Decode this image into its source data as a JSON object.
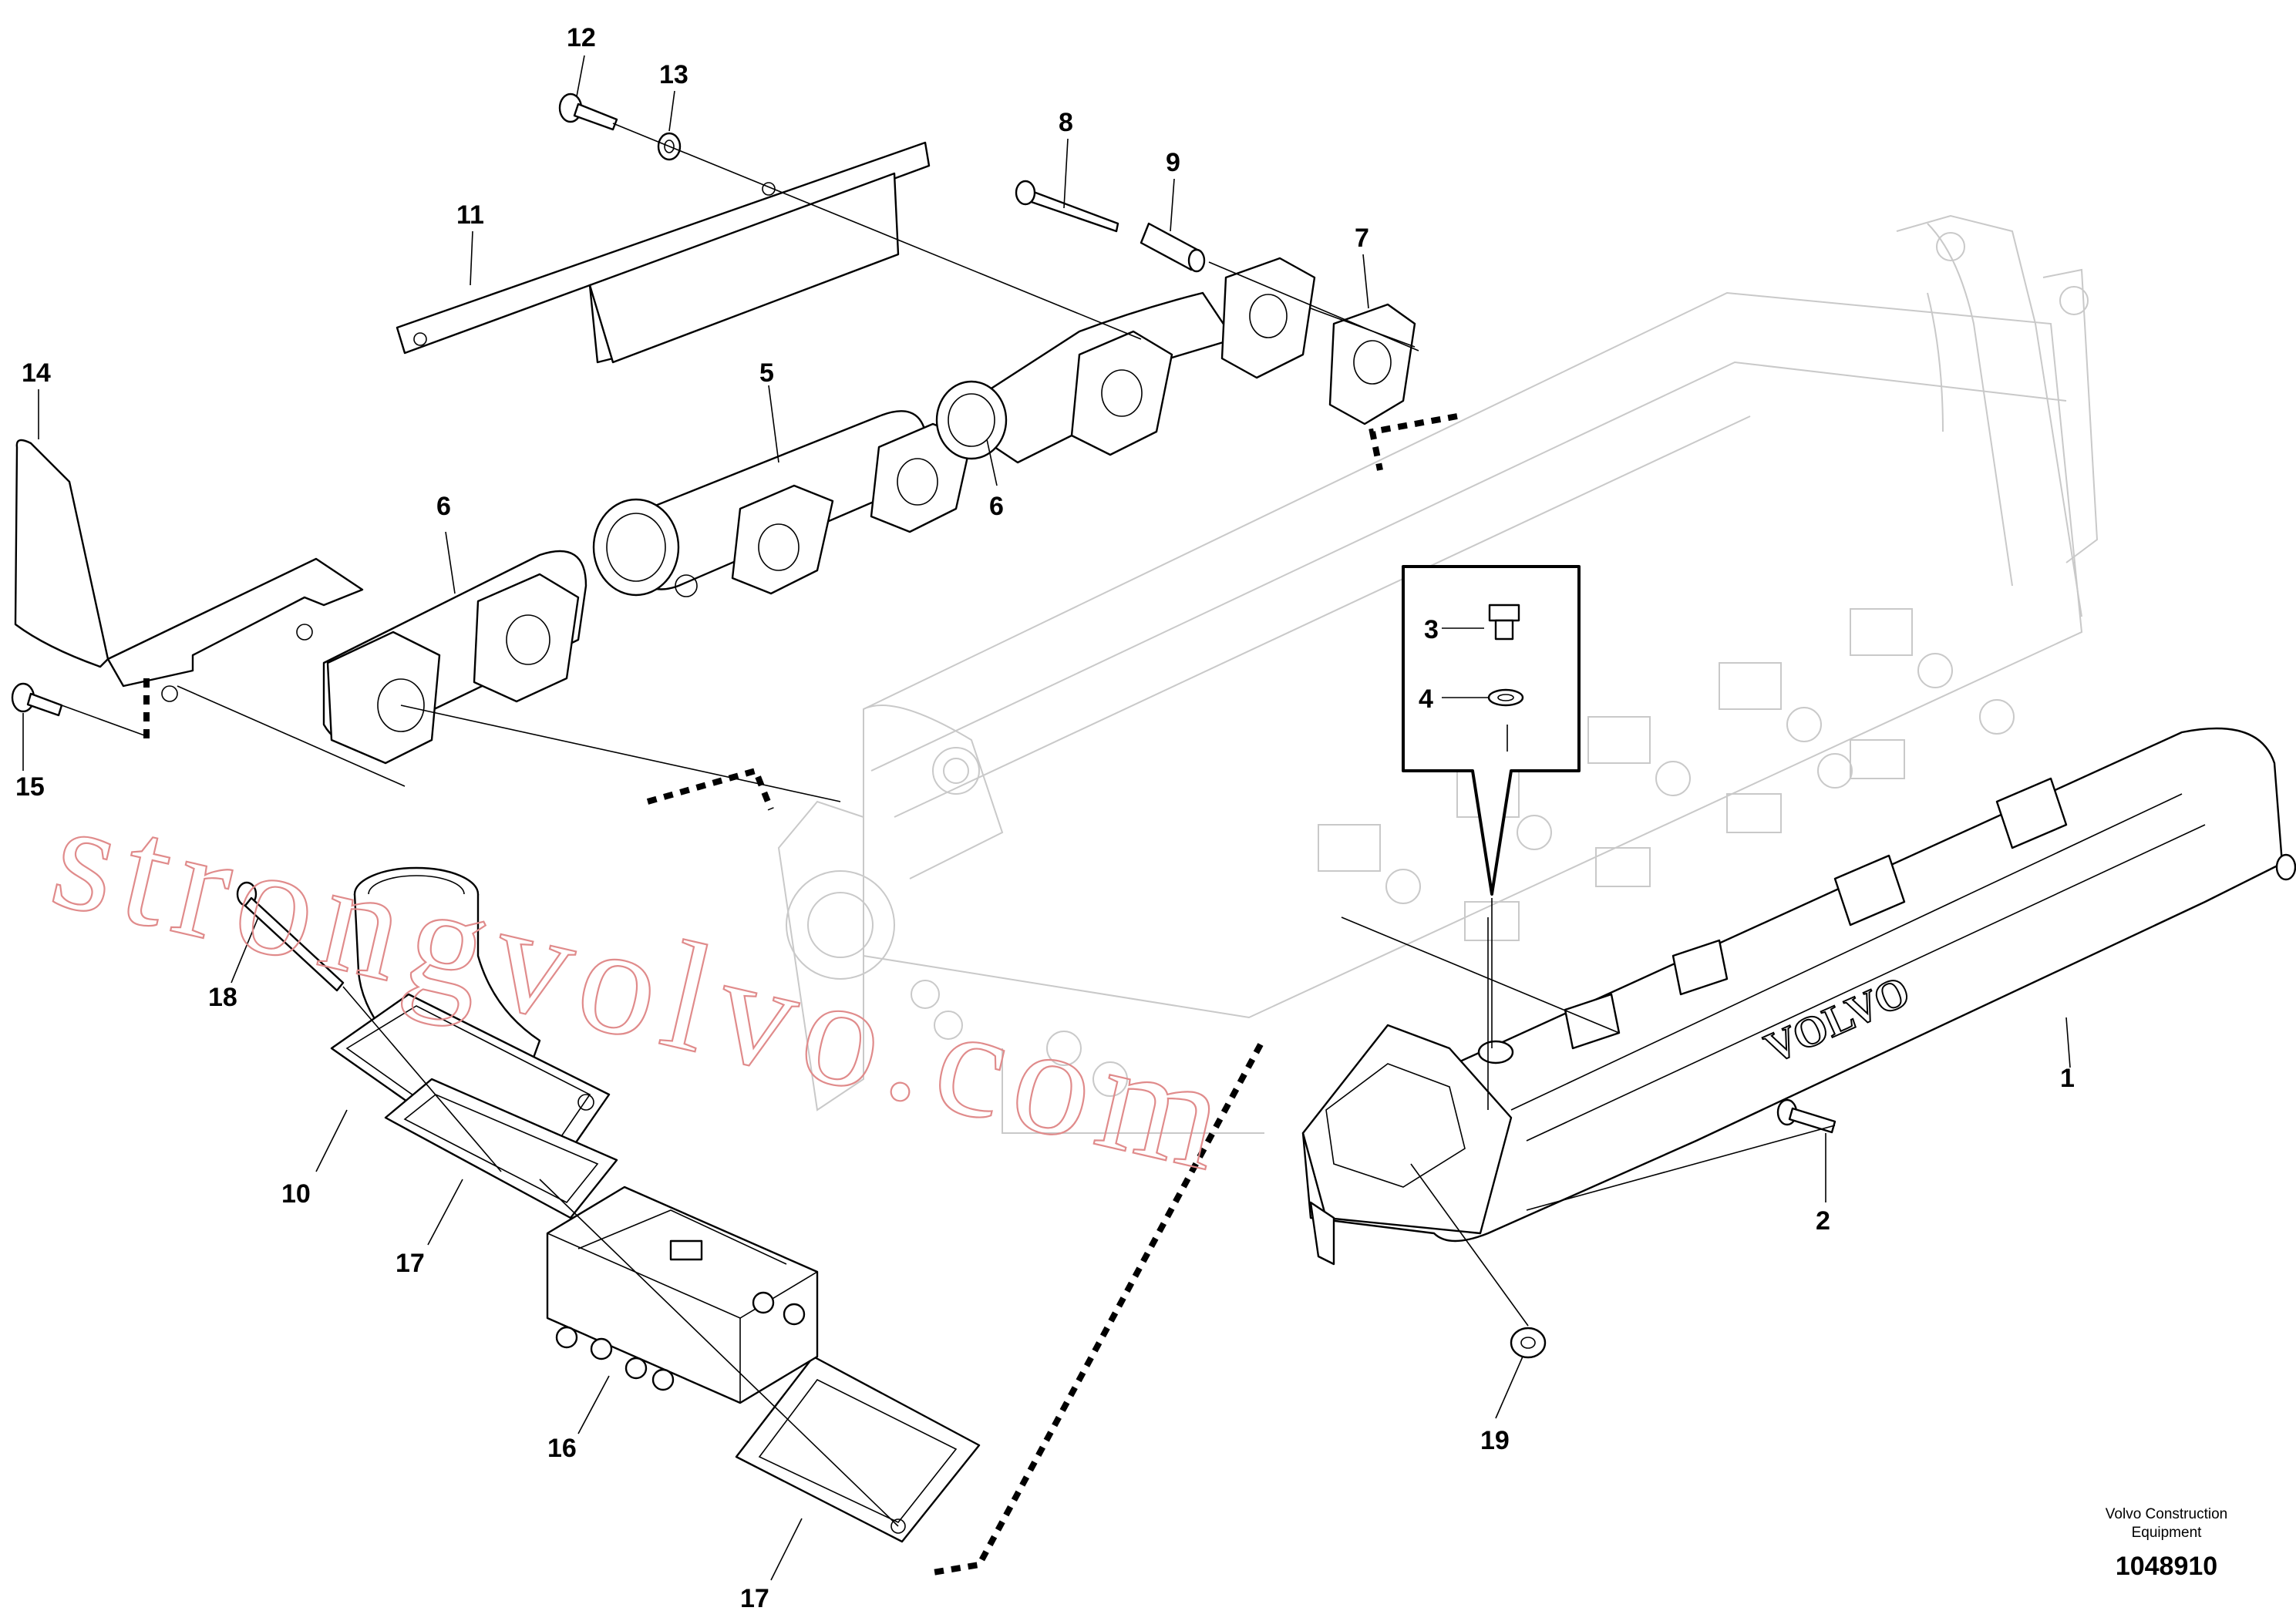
{
  "callouts": {
    "c1": "1",
    "c2": "2",
    "c3": "3",
    "c4": "4",
    "c5": "5",
    "c6a": "6",
    "c6b": "6",
    "c7": "7",
    "c8": "8",
    "c9": "9",
    "c10": "10",
    "c11": "11",
    "c12": "12",
    "c13": "13",
    "c14": "14",
    "c15": "15",
    "c16": "16",
    "c17a": "17",
    "c17b": "17",
    "c18": "18",
    "c19": "19"
  },
  "caption": {
    "line1": "Volvo Construction",
    "line2": "Equipment"
  },
  "document_number": "1048910",
  "watermark": "strongvolvo.com",
  "manifold_lettering": "VOLVO",
  "colors": {
    "line": "#000000",
    "engine_ghost": "#c9c9c9",
    "watermark": "#e08b8b"
  }
}
